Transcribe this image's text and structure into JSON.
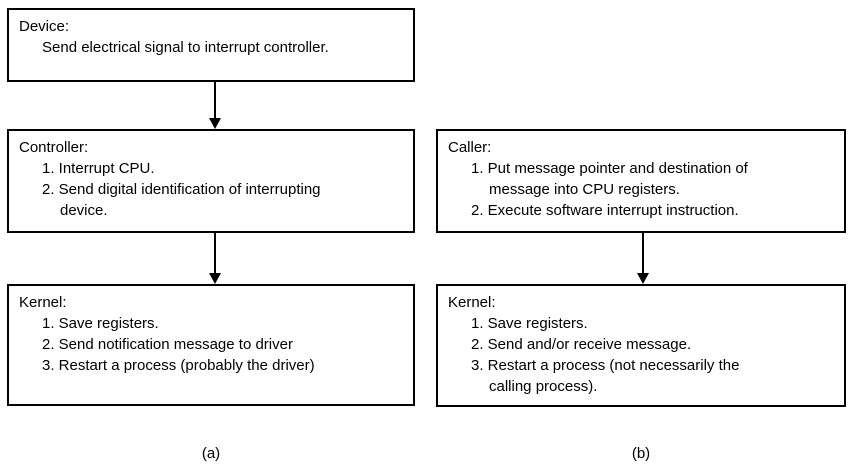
{
  "figure": {
    "left": {
      "label": "(a)",
      "device_box": {
        "title": "Device:",
        "step": "Send electrical signal to interrupt controller."
      },
      "controller_box": {
        "title": "Controller:",
        "item1": "1. Interrupt CPU.",
        "item2": "2. Send digital identification of interrupting",
        "item2_cont": "device."
      },
      "kernel_box": {
        "title": "Kernel:",
        "item1": "1. Save registers.",
        "item2": "2. Send notification message to driver",
        "item3": "3. Restart a process (probably the driver)"
      }
    },
    "right": {
      "label": "(b)",
      "caller_box": {
        "title": "Caller:",
        "item1": "1. Put message pointer and destination of",
        "item1_cont": "message into CPU registers.",
        "item2": "2. Execute software interrupt instruction."
      },
      "kernel_box": {
        "title": "Kernel:",
        "item1": "1. Save registers.",
        "item2": "2. Send and/or receive message.",
        "item3": "3. Restart a process (not necessarily the",
        "item3_cont": "calling process)."
      }
    }
  },
  "colors": {
    "ink": "#000000",
    "background": "#ffffff"
  }
}
